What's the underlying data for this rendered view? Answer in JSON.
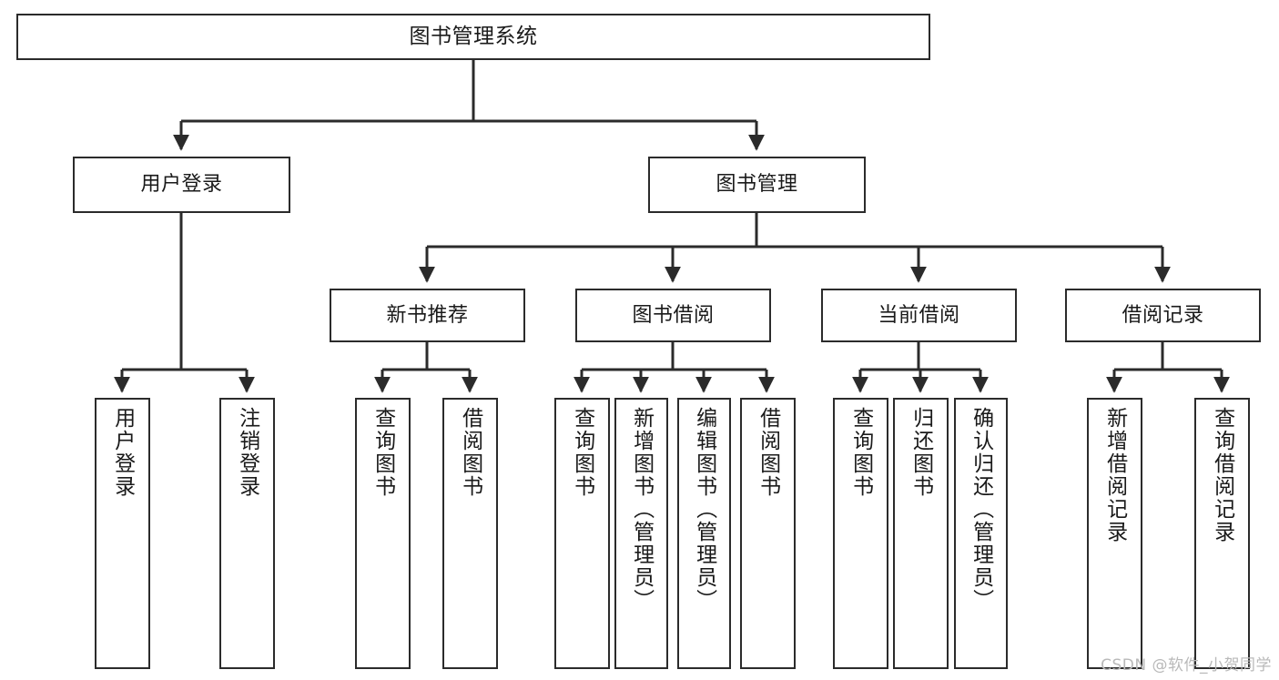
{
  "diagram": {
    "title": "图书管理系统",
    "watermark": "CSDN @软件_小贺同学",
    "nodes": {
      "root": {
        "label": "图书管理系统"
      },
      "level1": [
        {
          "id": "user-login",
          "label": "用户登录"
        },
        {
          "id": "book-management",
          "label": "图书管理"
        }
      ],
      "level2": [
        {
          "id": "new-book-recommend",
          "label": "新书推荐"
        },
        {
          "id": "book-borrow",
          "label": "图书借阅"
        },
        {
          "id": "current-borrow",
          "label": "当前借阅"
        },
        {
          "id": "borrow-record",
          "label": "借阅记录"
        }
      ],
      "leaves": [
        {
          "id": "leaf-user-login",
          "label": "用户登录",
          "parent": "user-login"
        },
        {
          "id": "leaf-user-logout",
          "label": "注销登录",
          "parent": "user-login"
        },
        {
          "id": "leaf-query-book-1",
          "label": "查询图书",
          "parent": "new-book-recommend"
        },
        {
          "id": "leaf-borrow-book-1",
          "label": "借阅图书",
          "parent": "new-book-recommend"
        },
        {
          "id": "leaf-query-book-2",
          "label": "查询图书",
          "parent": "book-borrow"
        },
        {
          "id": "leaf-add-book",
          "label": "新增图书（管理员）",
          "parent": "book-borrow"
        },
        {
          "id": "leaf-edit-book",
          "label": "编辑图书（管理员）",
          "parent": "book-borrow"
        },
        {
          "id": "leaf-borrow-book-2",
          "label": "借阅图书",
          "parent": "book-borrow"
        },
        {
          "id": "leaf-query-book-3",
          "label": "查询图书",
          "parent": "current-borrow"
        },
        {
          "id": "leaf-return-book",
          "label": "归还图书",
          "parent": "current-borrow"
        },
        {
          "id": "leaf-confirm-return",
          "label": "确认归还（管理员）",
          "parent": "current-borrow"
        },
        {
          "id": "leaf-add-record",
          "label": "新增借阅记录",
          "parent": "borrow-record"
        },
        {
          "id": "leaf-query-record",
          "label": "查询借阅记录",
          "parent": "borrow-record"
        }
      ]
    },
    "colors": {
      "stroke": "#2b2b2b",
      "fill": "#ffffff",
      "text": "#1a1a1a",
      "watermark": "#b9b9b9"
    }
  }
}
